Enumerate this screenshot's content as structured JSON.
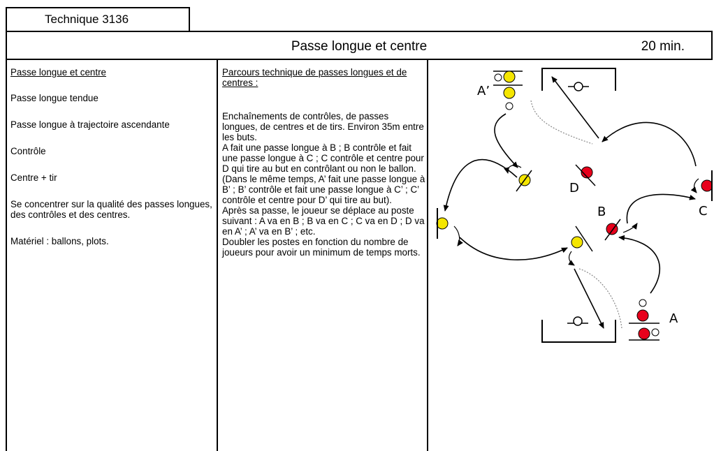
{
  "tab": {
    "label": "Technique 3136"
  },
  "header": {
    "title": "Passe longue et centre",
    "duration": "20 min."
  },
  "left_column": {
    "heading": "Passe longue et centre",
    "items": [
      "Passe longue tendue",
      "Passe longue à trajectoire ascendante",
      "Contrôle",
      "Centre + tir",
      "Se concentrer sur la qualité des passes longues, des contrôles et des centres.",
      "Matériel : ballons, plots."
    ]
  },
  "middle_column": {
    "heading": "Parcours technique de passes longues et de centres :",
    "paragraphs": [
      "Enchaînements de contrôles, de passes longues, de centres et de tirs. Environ 35m entre les buts.",
      "A fait une passe longue à B ; B contrôle et fait une passe longue à C ; C contrôle et centre pour D qui tire au but en contrôlant ou non le ballon.",
      "(Dans le même temps, A’ fait une passe longue à B’ ; B’ contrôle et fait une passe longue à C’ ; C’ contrôle et centre pour D’ qui tire au but).",
      "Après sa passe, le joueur se déplace au poste suivant : A va en B ; B va en C ; C va en D ; D va en A’ ; A’ va en B’ ; etc.",
      "Doubler les postes en fonction du nombre de joueurs pour avoir un minimum de temps morts."
    ]
  },
  "diagram": {
    "labels": {
      "a": "A",
      "a_prime": "A’",
      "b": "B",
      "c": "C",
      "d": "D"
    },
    "colors": {
      "red_player": "#e8001c",
      "yellow_player": "#f5e600",
      "line": "#000000"
    }
  }
}
